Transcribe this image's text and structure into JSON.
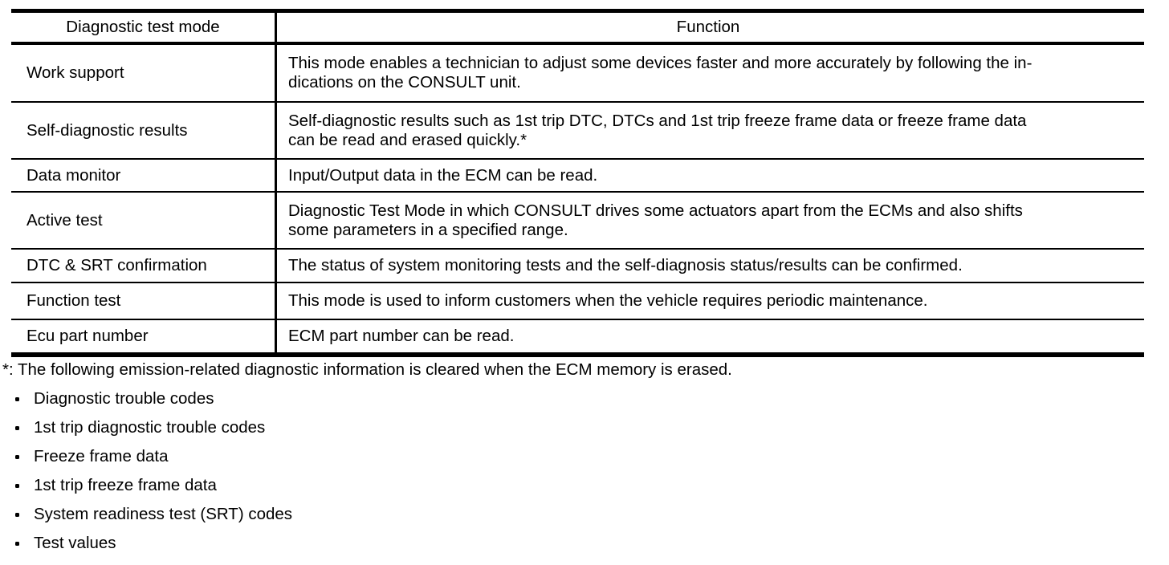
{
  "table": {
    "header": {
      "mode": "Diagnostic test mode",
      "function": "Function"
    },
    "rows": [
      {
        "mode": "Work support",
        "function": "This mode enables a technician to adjust some devices faster and more accurately by following the in-\ndications on the CONSULT unit."
      },
      {
        "mode": "Self-diagnostic results",
        "function": "Self-diagnostic results such as 1st trip DTC, DTCs and 1st trip freeze frame data or freeze frame data\ncan be read and erased quickly.*"
      },
      {
        "mode": "Data monitor",
        "function": "Input/Output data in the ECM can be read."
      },
      {
        "mode": "Active test",
        "function": "Diagnostic Test Mode in which CONSULT drives some actuators apart from the ECMs and also shifts\nsome parameters in a specified range."
      },
      {
        "mode": "DTC & SRT confirmation",
        "function": "The status of system monitoring tests and the self-diagnosis status/results can be confirmed."
      },
      {
        "mode": "Function test",
        "function": "This mode is used to inform customers when the vehicle requires periodic maintenance."
      },
      {
        "mode": "Ecu part number",
        "function": "ECM part number can be read."
      }
    ]
  },
  "footnote": "*: The following emission-related diagnostic information is cleared when the ECM memory is erased.",
  "bullets": [
    "Diagnostic trouble codes",
    "1st trip diagnostic trouble codes",
    "Freeze frame data",
    "1st trip freeze frame data",
    "System readiness test (SRT) codes",
    "Test values"
  ],
  "colors": {
    "text": "#000000",
    "border": "#000000",
    "background": "#ffffff"
  }
}
